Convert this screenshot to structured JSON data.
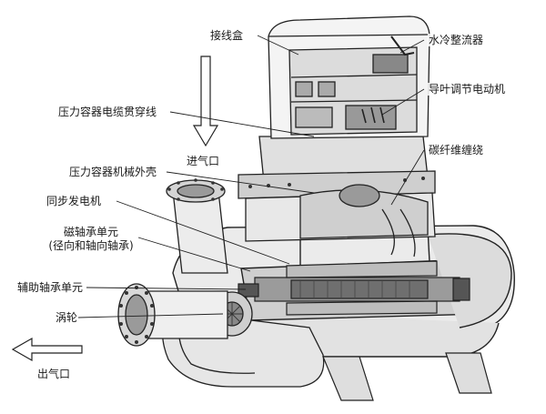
{
  "labels": {
    "junction_box": "接线盒",
    "water_rectifier": "水冷整流器",
    "guide_vane_motor": "导叶调节电动机",
    "cable_pass_through": "压力容器电缆贯穿线",
    "air_inlet": "进气口",
    "carbon_fiber_wrap": "碳纤维缠绕",
    "mechanical_housing": "压力容器机械外壳",
    "sync_generator": "同步发电机",
    "magnetic_bearing_line1": "磁轴承单元",
    "magnetic_bearing_line2": "(径向和轴向轴承)",
    "aux_bearing": "辅助轴承单元",
    "turbine": "涡轮",
    "air_outlet": "出气口"
  },
  "colors": {
    "line": "#222222",
    "fill_light": "#f2f2f2",
    "fill_mid": "#d9d9d9",
    "fill_dark": "#8c8c8c"
  }
}
